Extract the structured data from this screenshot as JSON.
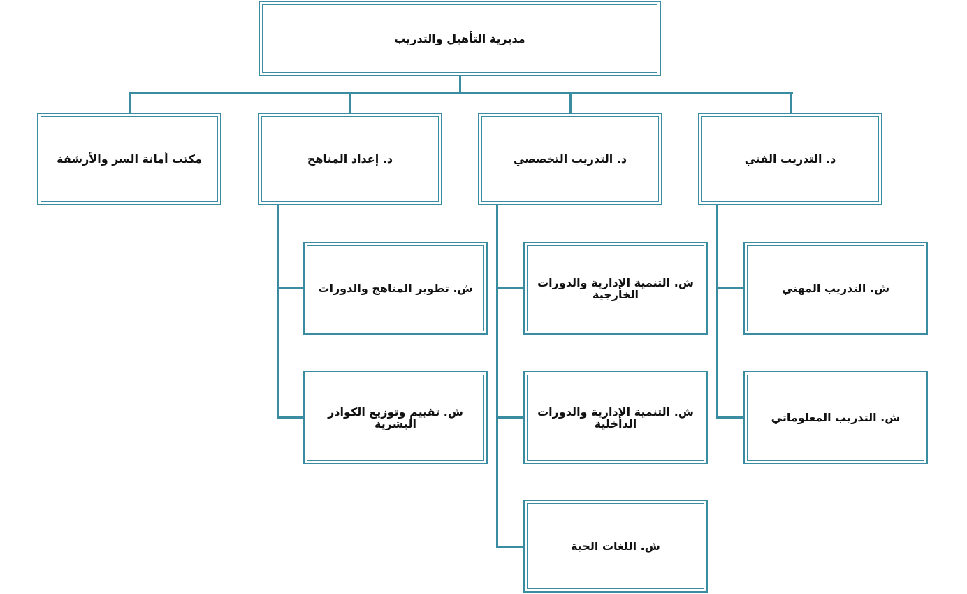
{
  "colors": {
    "border": "#3a8ca0",
    "connector": "#3a8ca0",
    "text": "#111111",
    "background": "#ffffff"
  },
  "root": {
    "label": "مديرية التأهيل والتدريب"
  },
  "departments": [
    {
      "label": "د. التدريب الفني",
      "sections": [
        "ش. التدريب المهني",
        "ش. التدريب المعلوماتي"
      ]
    },
    {
      "label": "د. التدريب التخصصي",
      "sections": [
        "ش. التنمية الإدارية والدورات الخارجية",
        "ش. التنمية الإدارية والدورات الداخلية",
        "ش. اللغات الحية"
      ]
    },
    {
      "label": "د. إعداد المناهج",
      "sections": [
        "ش. تطوير المناهج والدورات",
        "ش. تقييم وتوزيع الكوادر البشرية"
      ]
    },
    {
      "label": "مكتب أمانة السر والأرشفة",
      "sections": []
    }
  ]
}
